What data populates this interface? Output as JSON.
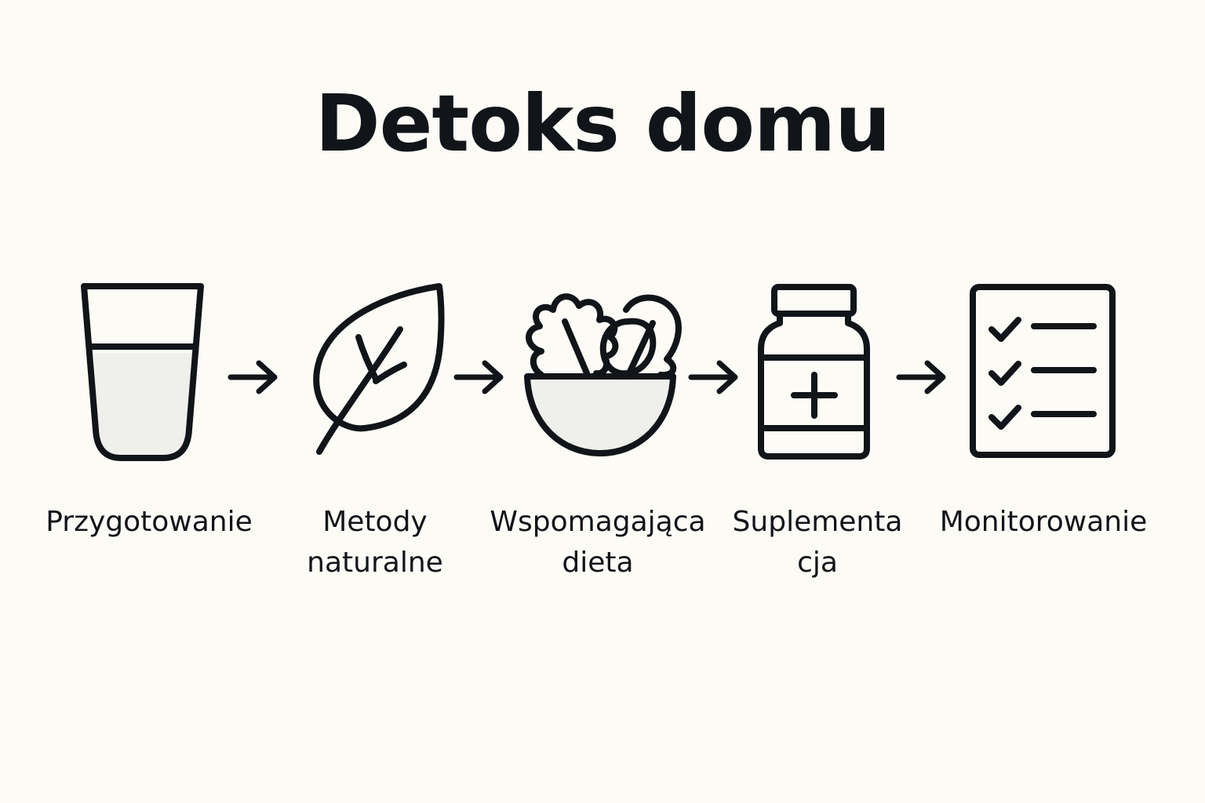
{
  "title": "Detoks domu",
  "colors": {
    "background": "#fcfbf6",
    "ink": "#111418",
    "fill": "#efefeb"
  },
  "steps": [
    {
      "icon": "water-glass-icon",
      "lines": [
        "Przygotowanie"
      ]
    },
    {
      "icon": "leaf-icon",
      "lines": [
        "Metody",
        "naturalne"
      ]
    },
    {
      "icon": "salad-bowl-icon",
      "lines": [
        "Wspomagająca",
        "dieta"
      ]
    },
    {
      "icon": "supplement-bottle-icon",
      "lines": [
        "Suplementa",
        "cja"
      ]
    },
    {
      "icon": "checklist-icon",
      "lines": [
        "Monitorowanie"
      ]
    }
  ],
  "connectors": [
    "arrow-right-icon",
    "arrow-right-icon",
    "arrow-right-icon",
    "arrow-right-icon"
  ]
}
